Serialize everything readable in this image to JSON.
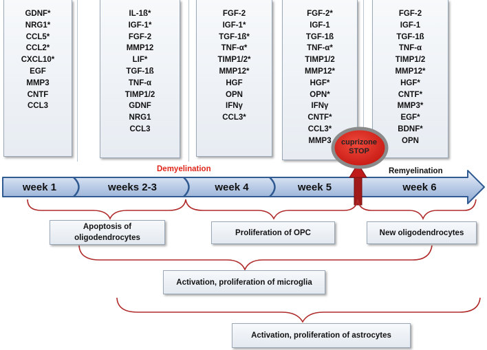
{
  "columns": [
    {
      "items": [
        "GDNF*",
        "NRG1*",
        "CCL5*",
        "CCL2*",
        "CXCL10*",
        "EGF",
        "MMP3",
        "CNTF",
        "CCL3"
      ]
    },
    {
      "items": [
        "IL-1ß*",
        "IGF-1*",
        "FGF-2",
        "MMP12",
        "LIF*",
        "TGF-1ß",
        "TNF-α",
        "TIMP1/2",
        "GDNF",
        "NRG1",
        "CCL3"
      ]
    },
    {
      "items": [
        "FGF-2",
        "IGF-1*",
        "TGF-1ß*",
        "TNF-α*",
        "TIMP1/2*",
        "MMP12*",
        "HGF",
        "OPN",
        "IFNγ",
        "CCL3*"
      ]
    },
    {
      "items": [
        "FGF-2*",
        "IGF-1",
        "TGF-1ß",
        "TNF-α*",
        "TIMP1/2",
        "MMP12*",
        "HGF*",
        "OPN*",
        "IFNγ",
        "CNTF*",
        "CCL3*",
        "MMP3"
      ]
    },
    {
      "items": [
        "FGF-2",
        "IGF-1",
        "TGF-1ß",
        "TNF-α",
        "TIMP1/2",
        "MMP12*",
        "HGF*",
        "CNTF*",
        "MMP3*",
        "EGF*",
        "BDNF*",
        "OPN"
      ]
    }
  ],
  "timeline": {
    "weeks": [
      "week 1",
      "weeks 2-3",
      "week 4",
      "week 5",
      "week 6"
    ],
    "demyelination_label": "Demyelination",
    "remyelination_label": "Remyelination",
    "stop_line1": "cuprizone",
    "stop_line2": "STOP"
  },
  "processes": {
    "apoptosis": "Apoptosis of oligodendrocytes",
    "opc": "Proliferation of OPC",
    "new_oligo": "New oligodendrocytes",
    "microglia": "Activation, proliferation of microglia",
    "astrocytes": "Activation, proliferation of astrocytes"
  },
  "colors": {
    "demyelination": "#e0261b",
    "remyelination": "#111111",
    "bracket": "#b02a2a",
    "arrow_blue": "#2f5a92",
    "stop_red": "#e3201b",
    "stop_grey": "#8a8a8a",
    "marker": "#a11a1a"
  }
}
